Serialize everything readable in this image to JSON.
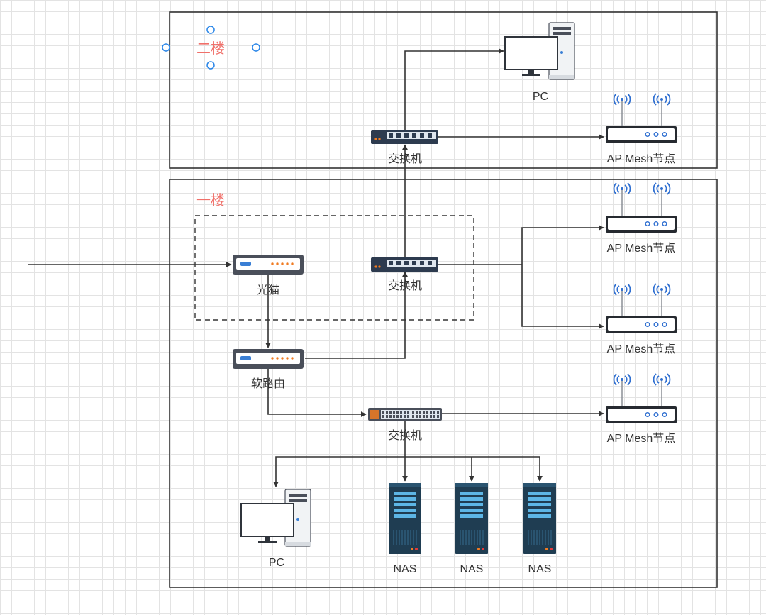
{
  "floors": {
    "second": "二楼",
    "first": "一楼"
  },
  "labels": {
    "pc_upper": "PC",
    "switch_upper": "交换机",
    "ap_upper": "AP Mesh节点",
    "modem": "光猫",
    "switch_mid": "交换机",
    "ap_first_1": "AP Mesh节点",
    "ap_first_2": "AP Mesh节点",
    "soft_router": "软路由",
    "switch_lower": "交换机",
    "ap_first_3": "AP Mesh节点",
    "pc_lower": "PC",
    "nas_1": "NAS",
    "nas_2": "NAS",
    "nas_3": "NAS"
  },
  "colors": {
    "floor_label": "#f0706a",
    "line": "#333333",
    "selection_handle": "#2a86e8",
    "device_dark": "#4a4f5a",
    "switch_navy": "#2d3b4f",
    "port_orange": "#f07b22",
    "port_blue": "#3a7fd5",
    "nas_body": "#1f3d52",
    "nas_slot": "#5db6e6",
    "wifi_blue": "#2f6fd1"
  }
}
